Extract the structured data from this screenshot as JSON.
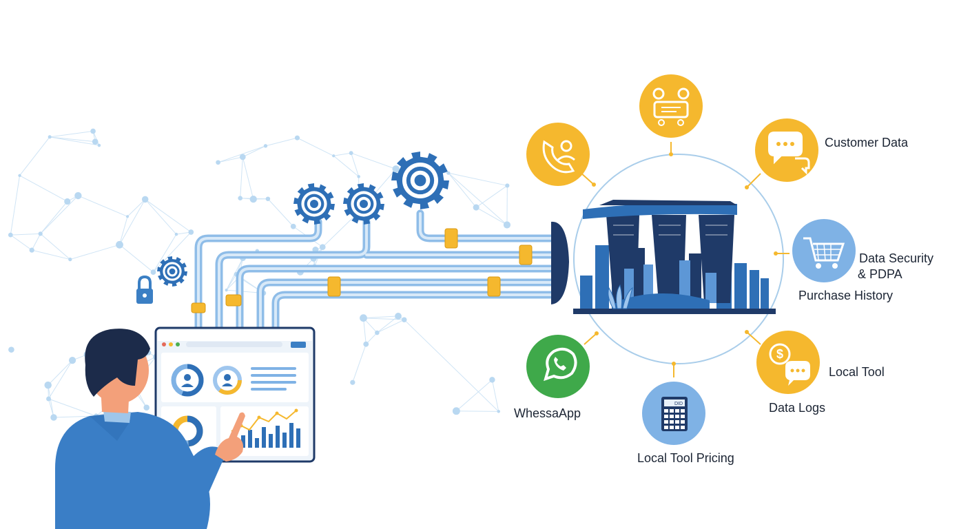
{
  "labels": {
    "customer_data": "Customer Data",
    "data_security_line1": "Data Security",
    "data_security_line2": "& PDPA",
    "purchase_history": "Purchase History",
    "local_tool": "Local Tool",
    "data_logs": "Data Logs",
    "local_tool_pricing": "Local Tool Pricing",
    "whatsapp": "WhessaApp"
  },
  "calculator_display": "DID",
  "icons": {
    "top": "user-sync-icon",
    "phone": "phone-contact-icon",
    "chat": "chat-bubbles-icon",
    "cart": "shopping-cart-icon",
    "dollar": "dollar-chat-icon",
    "calculator": "calculator-icon",
    "whatsapp": "whatsapp-icon",
    "lock": "lock-icon",
    "gears": "gear-icon",
    "skyline": "singapore-skyline-icon"
  },
  "colors": {
    "primary_blue": "#2e6fb6",
    "dark_navy": "#1f3a68",
    "light_blue": "#7fb2e5",
    "accent_yellow": "#f5b82e",
    "whatsapp_green": "#3fa94a",
    "person_blue": "#3a7ec6",
    "skin": "#f3a07a",
    "network": "#bcd9f2"
  }
}
